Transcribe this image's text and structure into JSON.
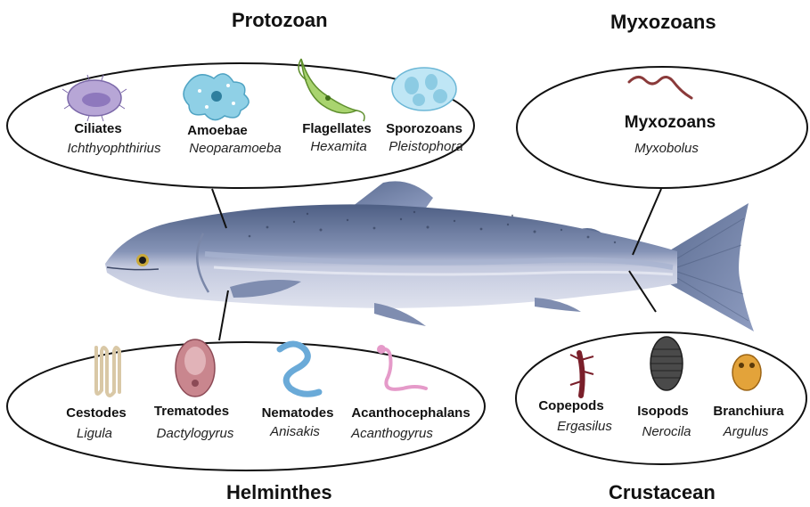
{
  "groups": {
    "protozoan": {
      "title": "Protozoan",
      "items": [
        {
          "name": "Ciliates",
          "genus": "Ichthyophthirius"
        },
        {
          "name": "Amoebae",
          "genus": "Neoparamoeba"
        },
        {
          "name": "Flagellates",
          "genus": "Hexamita"
        },
        {
          "name": "Sporozoans",
          "genus": "Pleistophora"
        }
      ]
    },
    "myxozoans": {
      "title": "Myxozoans",
      "items": [
        {
          "name": "Myxozoans",
          "genus": "Myxobolus"
        }
      ]
    },
    "helminthes": {
      "title": "Helminthes",
      "items": [
        {
          "name": "Cestodes",
          "genus": "Ligula"
        },
        {
          "name": "Trematodes",
          "genus": "Dactylogyrus"
        },
        {
          "name": "Nematodes",
          "genus": "Anisakis"
        },
        {
          "name": "Acanthocephalans",
          "genus": "Acanthogyrus"
        }
      ]
    },
    "crustacean": {
      "title": "Crustacean",
      "items": [
        {
          "name": "Copepods",
          "genus": "Ergasilus"
        },
        {
          "name": "Isopods",
          "genus": "Nerocila"
        },
        {
          "name": "Branchiura",
          "genus": "Argulus"
        }
      ]
    }
  },
  "colors": {
    "fish_back": "#56678a",
    "fish_belly": "#c7cde0",
    "fish_stripe": "#9aa6c4",
    "outline": "#111111"
  }
}
